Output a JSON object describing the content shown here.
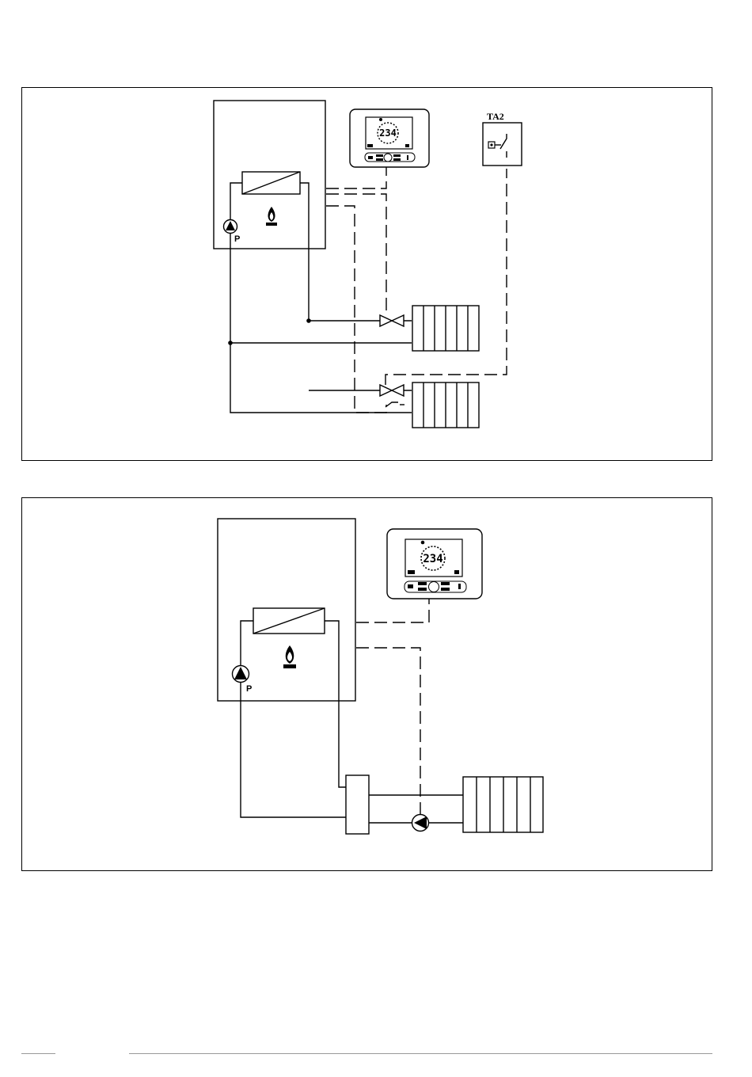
{
  "diagram_1": {
    "pump_label": "P",
    "zone_thermostat_label": "TA2",
    "controller_display": "234"
  },
  "diagram_2": {
    "pump_label": "P",
    "controller_display": "234"
  }
}
